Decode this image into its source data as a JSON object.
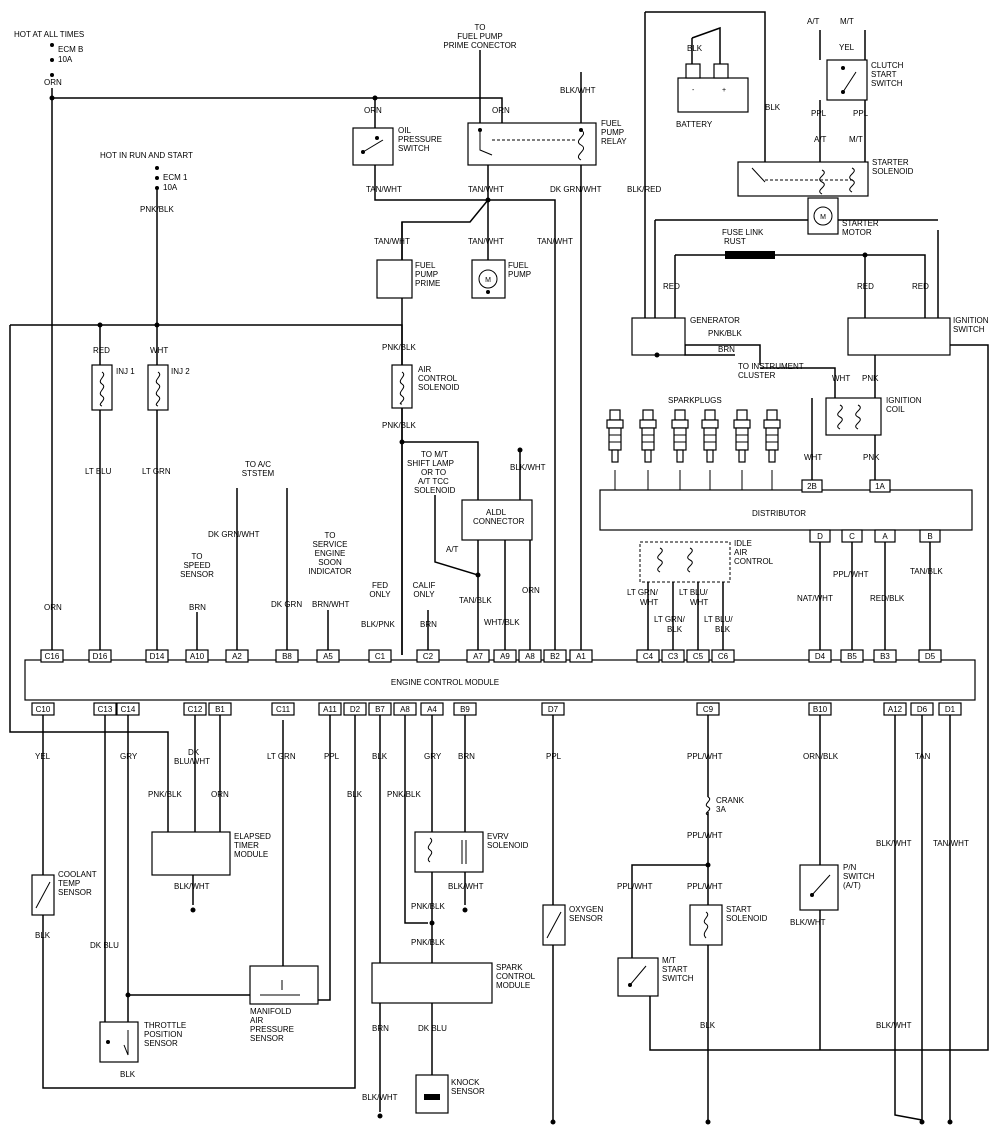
{
  "power": {
    "hot_all_times": "HOT AT ALL TIMES",
    "ecm_b": "ECM B",
    "ecm_b_amp": "10A",
    "hot_run_start": "HOT IN RUN AND START",
    "ecm1": "ECM 1",
    "ecm1_amp": "10A",
    "to_fuel_pump": [
      "TO",
      "FUEL PUMP",
      "PRIME CONECTOR"
    ],
    "to_ac": [
      "TO A/C",
      "STSTEM"
    ],
    "to_speed": [
      "TO",
      "SPEED",
      "SENSOR"
    ],
    "to_ses": [
      "TO",
      "SERVICE",
      "ENGINE",
      "SOON",
      "INDICATOR"
    ],
    "to_mt": [
      "TO M/T",
      "SHIFT LAMP",
      "OR TO",
      "A/T TCC",
      "SOLENOID"
    ],
    "fed_only": [
      "FED",
      "ONLY"
    ],
    "calif_only": [
      "CALIF",
      "ONLY"
    ],
    "to_instrument": [
      "TO INSTRUMENT",
      "CLUSTER"
    ],
    "at": "A/T",
    "mt": "M/T"
  },
  "components": {
    "oil_pressure": [
      "OIL",
      "PRESSURE",
      "SWITCH"
    ],
    "fuel_pump_relay": [
      "FUEL",
      "PUMP",
      "RELAY"
    ],
    "fuel_pump_prime": [
      "FUEL",
      "PUMP",
      "PRIME"
    ],
    "fuel_pump": [
      "FUEL",
      "PUMP"
    ],
    "battery": "BATTERY",
    "clutch_start": [
      "CLUTCH",
      "START",
      "SWITCH"
    ],
    "starter_solenoid": [
      "STARTER",
      "SOLENOID"
    ],
    "starter_motor": [
      "STARTER",
      "MOTOR"
    ],
    "fuse_link": [
      "FUSE LINK",
      "RUST"
    ],
    "generator": "GENERATOR",
    "ignition_switch": [
      "IGNITION",
      "SWITCH"
    ],
    "ignition_coil": [
      "IGNITION",
      "COIL"
    ],
    "sparkplugs": "SPARKPLUGS",
    "distributor": "DISTRIBUTOR",
    "idle_air": [
      "IDLE",
      "AIR",
      "CONTROL"
    ],
    "inj1": "INJ 1",
    "inj2": "INJ 2",
    "air_control": [
      "AIR",
      "CONTROL",
      "SOLENOID"
    ],
    "aldl": [
      "ALDL",
      "CONNECTOR"
    ],
    "ecm": "ENGINE CONTROL MODULE",
    "elapsed_timer": [
      "ELAPSED",
      "TIMER",
      "MODULE"
    ],
    "evrv": [
      "EVRV",
      "SOLENOID"
    ],
    "coolant": [
      "COOLANT",
      "TEMP",
      "SENSOR"
    ],
    "throttle": [
      "THROTTLE",
      "POSITION",
      "SENSOR"
    ],
    "map": [
      "MANIFOLD",
      "AIR",
      "PRESSURE",
      "SENSOR"
    ],
    "spark_control": [
      "SPARK",
      "CONTROL",
      "MODULE"
    ],
    "knock": [
      "KNOCK",
      "SENSOR"
    ],
    "oxygen": [
      "OXYGEN",
      "SENSOR"
    ],
    "crank": [
      "CRANK",
      "3A"
    ],
    "start_solenoid": [
      "START",
      "SOLENOID"
    ],
    "mt_start": [
      "M/T",
      "START",
      "SWITCH"
    ],
    "pn_switch": [
      "P/N",
      "SWITCH",
      "(A/T)"
    ]
  },
  "ecm_pins": {
    "top": [
      "C16",
      "D16",
      "D14",
      "A10",
      "A2",
      "B8",
      "A5",
      "C1",
      "C2",
      "A7",
      "A9",
      "A8",
      "B2",
      "A1",
      "C4",
      "C3",
      "C5",
      "C6",
      "D4",
      "B5",
      "B3",
      "D5"
    ],
    "bottom": [
      "C10",
      "C13",
      "C14",
      "C12",
      "B1",
      "C11",
      "A11",
      "D2",
      "B7",
      "A8",
      "A4",
      "B9",
      "D7",
      "C9",
      "B10",
      "A12",
      "D6",
      "D1"
    ],
    "distributor": [
      "2B",
      "1A",
      "D",
      "C",
      "A",
      "B"
    ]
  },
  "wires": {
    "orn": "ORN",
    "blk": "BLK",
    "blk_wht": "BLK/WHT",
    "blk_red": "BLK/RED",
    "tan_wht": "TAN/WHT",
    "dk_grn_wht": "DK GRN/WHT",
    "pnk_blk": "PNK/BLK",
    "red": "RED",
    "wht": "WHT",
    "lt_blu": "LT BLU",
    "lt_grn": "LT GRN",
    "brn": "BRN",
    "dk_grn": "DK GRN",
    "brn_wht": "BRN/WHT",
    "blk_pnk": "BLK/PNK",
    "tan_blk": "TAN/BLK",
    "wht_blk": "WHT/BLK",
    "lt_grn_wht": [
      "LT GRN/",
      "WHT"
    ],
    "lt_grn_blk": [
      "LT GRN/",
      "BLK"
    ],
    "lt_blu_wht": [
      "LT BLU/",
      "WHT"
    ],
    "lt_blu_blk": [
      "LT BLU/",
      "BLK"
    ],
    "nat_wht": "NAT/WHT",
    "ppl_wht": "PPL/WHT",
    "red_blk": "RED/BLK",
    "pnk": "PNK",
    "yel": "YEL",
    "ppl": "PPL",
    "gry": "GRY",
    "dk_blu": "DK BLU",
    "dk_blu_wht": [
      "DK",
      "BLU/WHT"
    ],
    "orn_blk": "ORN/BLK",
    "tan": "TAN"
  }
}
